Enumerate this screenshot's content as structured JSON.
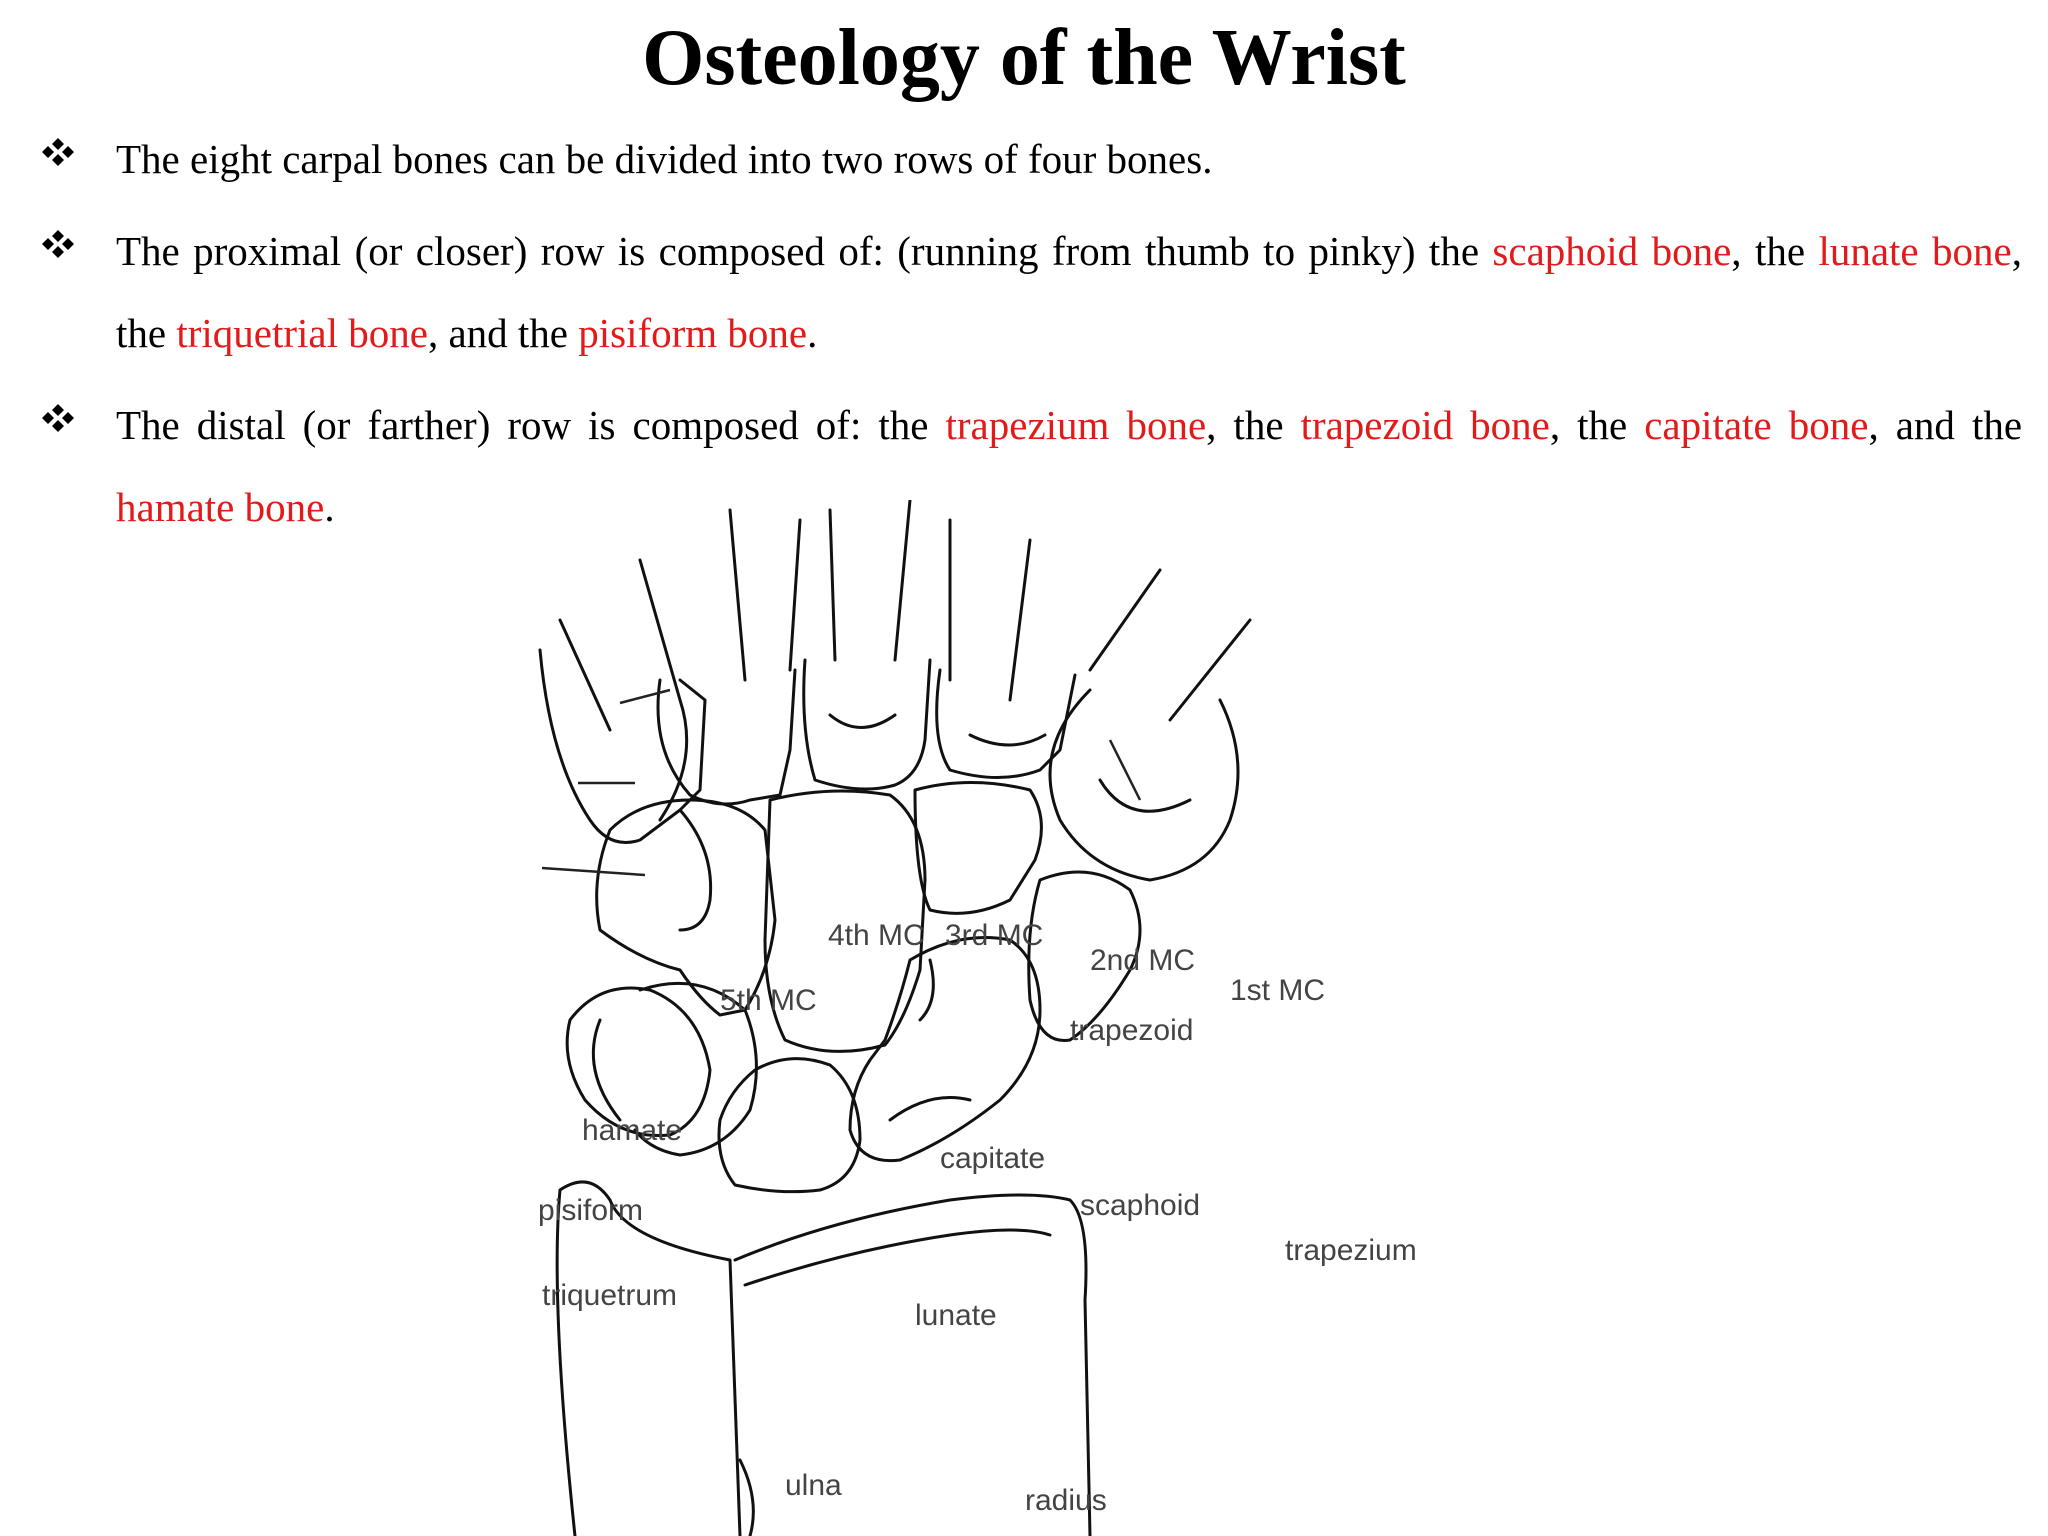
{
  "title": "Osteology of the Wrist",
  "bullets": [
    {
      "text": "The eight carpal bones can be divided into two rows of four bones."
    },
    {
      "pre": "The proximal (or closer) row is composed of: (running from thumb to pinky) the ",
      "b1": "scaphoid bone",
      "s1": ", the ",
      "b2": "lunate bone",
      "s2": ", the ",
      "b3": "triquetrial bone",
      "s3": ", and the ",
      "b4": "pisiform bone",
      "post": "."
    },
    {
      "pre": "The distal (or farther) row is composed of: the ",
      "b1": "trapezium bone",
      "s1": ", the ",
      "b2": "trapezoid bone",
      "s2": ", the ",
      "b3": "capitate bone",
      "s3": ", and the ",
      "b4": "hamate bone",
      "post": "."
    }
  ],
  "colors": {
    "highlight": "#e21a1a",
    "text": "#000000",
    "label": "#444444"
  },
  "icons": {
    "bullet": "diamond-cluster-icon"
  },
  "diagram_labels": {
    "mc5": "5th MC",
    "mc4": "4th MC",
    "mc3": "3rd MC",
    "mc2": "2nd MC",
    "mc1": "1st MC",
    "trapezoid": "trapezoid",
    "hamate": "hamate",
    "capitate": "capitate",
    "pisiform": "pisiform",
    "scaphoid": "scaphoid",
    "trapezium": "trapezium",
    "triquetrum": "triquetrum",
    "lunate": "lunate",
    "ulna": "ulna",
    "radius": "radius"
  }
}
